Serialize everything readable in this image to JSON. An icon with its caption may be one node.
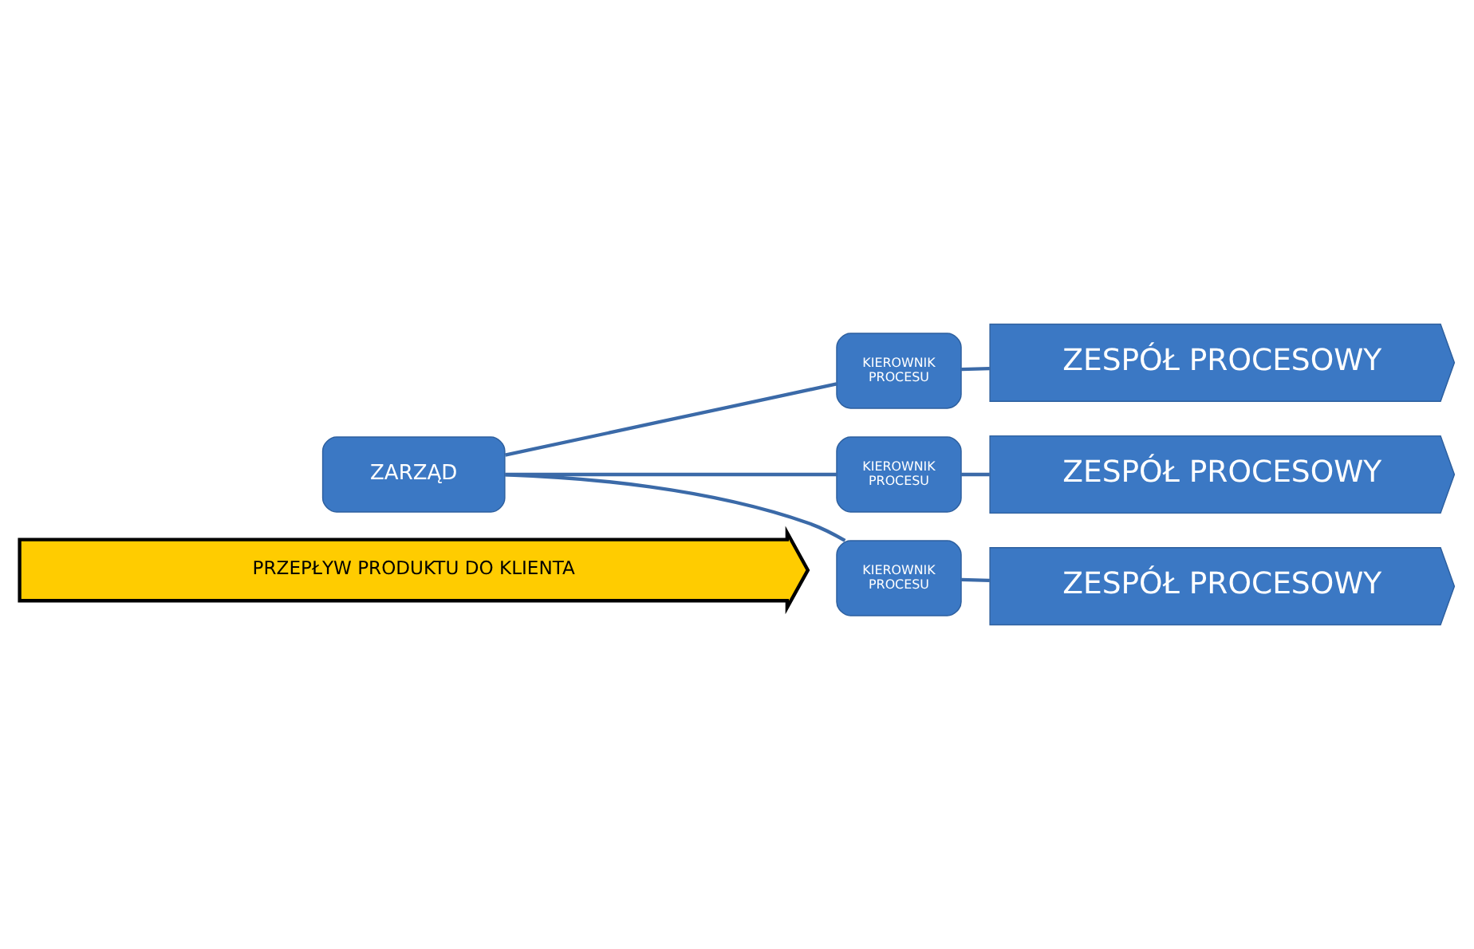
{
  "diagram": {
    "nodes": [
      {
        "text": [
          "ZARZĄD"
        ]
      },
      {
        "text": [
          "KIEROWNIK PROCESU"
        ]
      },
      {
        "text": [
          "ZESPÓŁ PROCESOWY"
        ]
      },
      {
        "text": [
          "KIEROWNIK PROCESU"
        ]
      },
      {
        "text": [
          "ZESPÓŁ PROCESOWY"
        ]
      },
      {
        "text": [
          "KIEROWNIK PROCESU"
        ]
      },
      {
        "text": [
          "ZESPÓŁ PROCESOWY"
        ]
      },
      {
        "text": [
          "PRZEPŁYW PRODUKTU DO KLIENTA"
        ]
      }
    ],
    "edges": [
      {
        "from": 0,
        "to": 1,
        "arrow": "none"
      },
      {
        "from": 0,
        "to": 3,
        "arrow": "none"
      },
      {
        "from": 0,
        "to": 5,
        "arrow": "none"
      },
      {
        "from": 1,
        "to": 2,
        "arrow": "none"
      },
      {
        "from": 3,
        "to": 4,
        "arrow": "none"
      },
      {
        "from": 5,
        "to": 6,
        "arrow": "none"
      }
    ]
  }
}
